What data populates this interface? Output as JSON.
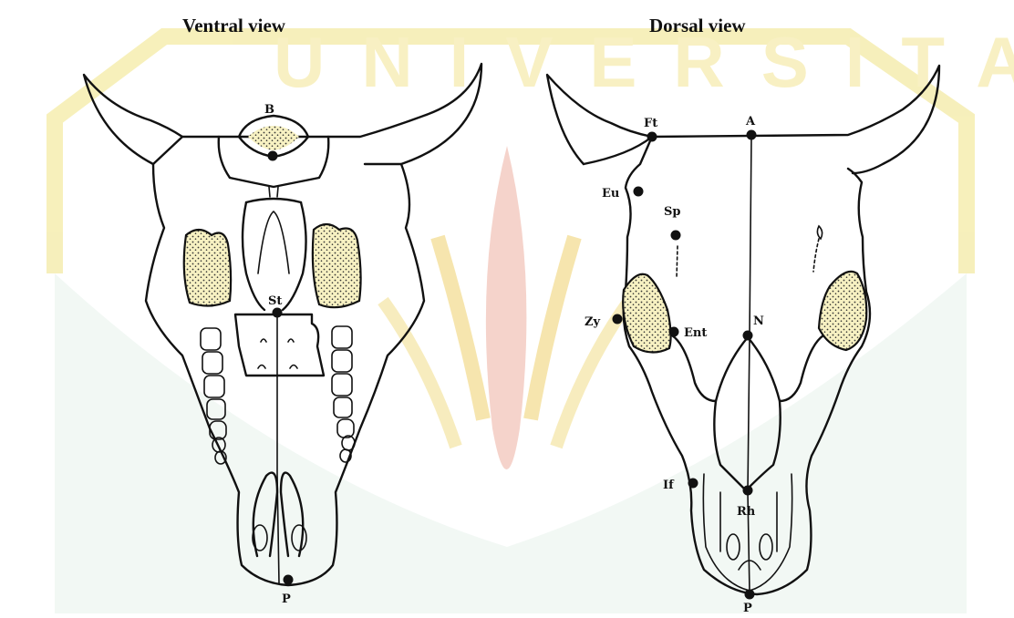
{
  "titles": {
    "ventral": "Ventral view",
    "dorsal": "Dorsal view"
  },
  "landmarks": {
    "ventral": {
      "B": "B",
      "St": "St",
      "P": "P"
    },
    "dorsal": {
      "Ft": "Ft",
      "A": "A",
      "Eu": "Eu",
      "Sp": "Sp",
      "Zy": "Zy",
      "Ent": "Ent",
      "N": "N",
      "If": "If",
      "Rh": "Rh",
      "P": "P"
    }
  },
  "watermark": {
    "text": "UNIVERSITAS",
    "color_yellow": "#f6eeb4",
    "color_green": "#dcefe6",
    "color_red": "#f4cfc6"
  }
}
